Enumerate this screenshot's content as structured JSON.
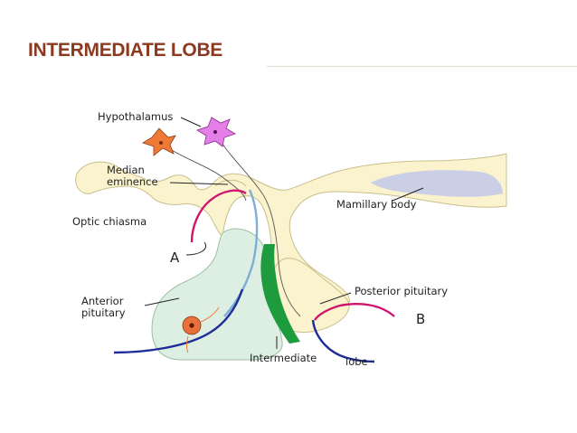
{
  "slide": {
    "title": "INTERMEDIATE LOBE"
  },
  "diagram": {
    "labels": {
      "hypothalamus": "Hypothalamus",
      "median_eminence_line1": "Median",
      "median_eminence_line2": "eminence",
      "optic_chiasma": "Optic chiasma",
      "letter_a": "A",
      "anterior_pituitary_line1": "Anterior",
      "anterior_pituitary_line2": "pituitary",
      "mamillary_body": "Mamillary body",
      "posterior_pituitary": "Posterior pituitary",
      "letter_b": "B",
      "intermediate_lobe_part1": "Intermediate",
      "intermediate_lobe_part2": "lobe"
    },
    "colors": {
      "title": "#8B3A1F",
      "brain_tissue": "#FAF3CE",
      "anterior_lobe": "#DDEFE3",
      "intermediate_lobe": "#1E9B3C",
      "neuron_orange": "#F07A35",
      "neuron_pink": "#E57FE8",
      "portal_vessel_magenta": "#D0146E",
      "portal_vessel_blue": "#1E2C98",
      "capillary_light_blue": "#7FAED6",
      "mamillary_shading": "#CBCFE6"
    }
  }
}
